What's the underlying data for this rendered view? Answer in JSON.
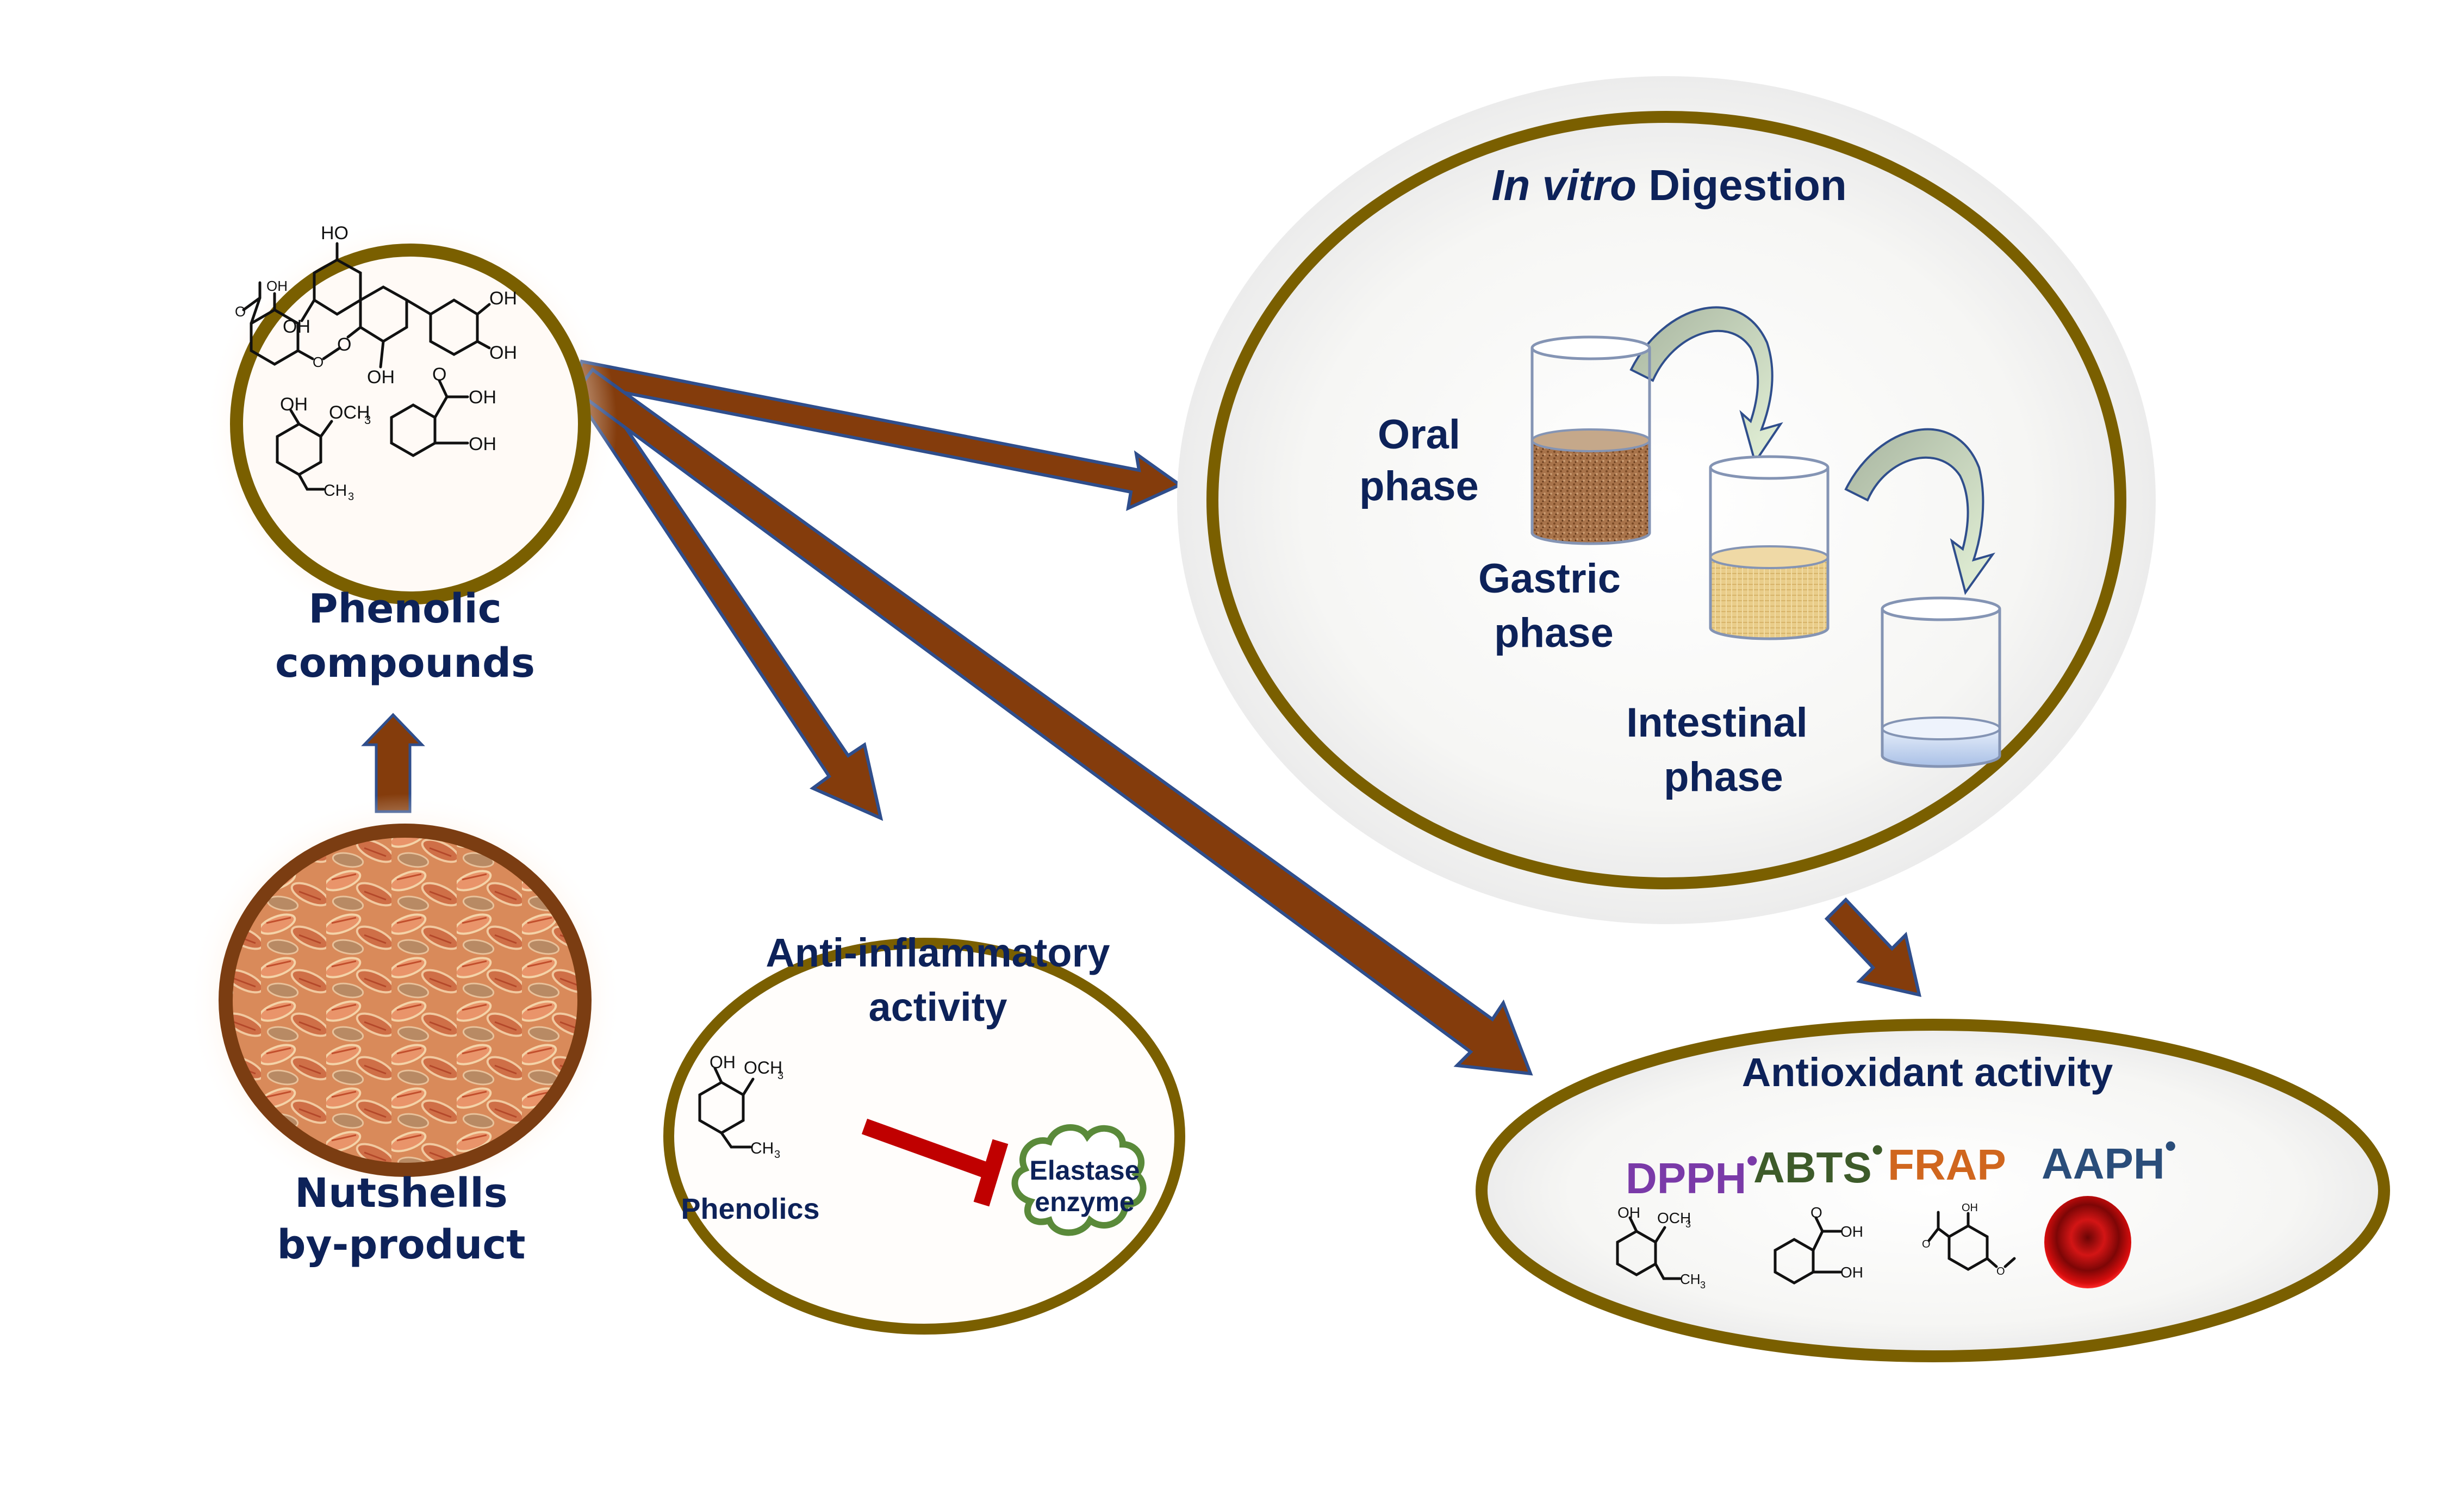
{
  "diagram": {
    "nodes": {
      "phenolic": {
        "line1": "Phenolic",
        "line2": "compounds"
      },
      "nutshells": {
        "line1": "Nutshells",
        "line2": "by-product"
      },
      "digestion": {
        "title_italic": "In vitro",
        "title_rest": " Digestion",
        "phases": [
          {
            "line1": "Oral",
            "line2": "phase"
          },
          {
            "line1": "Gastric",
            "line2": "phase"
          },
          {
            "line1": "Intestinal",
            "line2": "phase"
          }
        ]
      },
      "anti_inflammatory": {
        "line1": "Anti-inflammatory",
        "line2": "activity",
        "inhibitor_label": "Phenolics",
        "target_line1": "Elastase",
        "target_line2": "enzyme"
      },
      "antioxidant": {
        "title": "Antioxidant activity",
        "assays": [
          {
            "label": "DPPH",
            "radical": "•",
            "color": "#7a3aa8"
          },
          {
            "label": "ABTS",
            "radical": "•",
            "color": "#3d5b2a"
          },
          {
            "label": "FRAP",
            "radical": "",
            "color": "#d0661e"
          },
          {
            "label": "AAPH",
            "radical": "•",
            "color": "#2a4d7a"
          }
        ]
      }
    },
    "chem_labels": {
      "oh": "OH",
      "ho": "HO",
      "och3": "OCH",
      "ch3": "CH",
      "sub3": "3",
      "o": "O"
    },
    "edges": [
      {
        "from": "nutshells",
        "to": "phenolic"
      },
      {
        "from": "phenolic",
        "to": "digestion"
      },
      {
        "from": "phenolic",
        "to": "anti_inflammatory"
      },
      {
        "from": "phenolic",
        "to": "antioxidant"
      },
      {
        "from": "digestion",
        "to": "antioxidant"
      }
    ],
    "colors": {
      "ring_olive": "#7a5f00",
      "ring_brown": "#7b3d12",
      "arrow_fill": "#843c0c",
      "arrow_stroke": "#2f4e8c",
      "text_navy": "#0d2259",
      "inhibit_red": "#c00000",
      "cloud_green": "#5a8a3a"
    }
  }
}
